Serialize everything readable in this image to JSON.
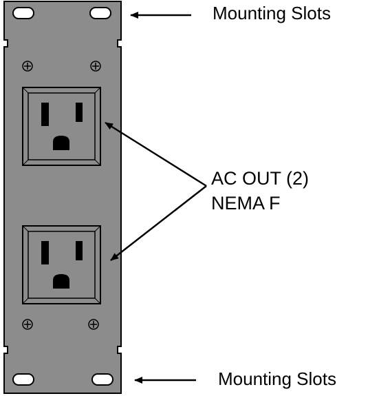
{
  "callouts": {
    "top_mounting_slots": "Mounting Slots",
    "bottom_mounting_slots": "Mounting Slots",
    "ac_out_line1": "AC OUT (2)",
    "ac_out_line2": "NEMA F"
  },
  "colors": {
    "panel_fill": "#8c8c8c",
    "outline": "#000000",
    "slot_fill": "#ffffff",
    "background": "#ffffff"
  },
  "components": {
    "outlet_count": 2,
    "mounting_slot_count": 4,
    "screw_count": 4
  }
}
